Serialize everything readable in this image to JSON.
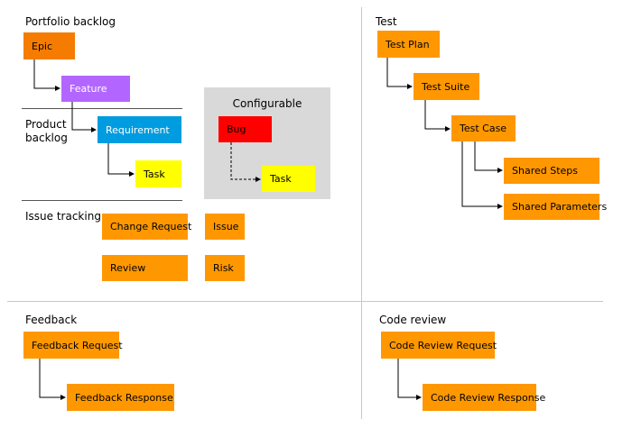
{
  "sections": {
    "portfolio_backlog": "Portfolio backlog",
    "product_backlog_line1": "Product",
    "product_backlog_line2": "backlog",
    "issue_tracking": "Issue tracking",
    "configurable": "Configurable",
    "test": "Test",
    "feedback": "Feedback",
    "code_review": "Code review"
  },
  "work_items": {
    "epic": "Epic",
    "feature": "Feature",
    "requirement": "Requirement",
    "task": "Task",
    "bug": "Bug",
    "config_task": "Task",
    "change_request": "Change Request",
    "issue": "Issue",
    "review": "Review",
    "risk": "Risk",
    "test_plan": "Test Plan",
    "test_suite": "Test Suite",
    "test_case": "Test Case",
    "shared_steps": "Shared Steps",
    "shared_parameters": "Shared Parameters",
    "feedback_request": "Feedback Request",
    "feedback_response": "Feedback Response",
    "code_review_request": "Code Review Request",
    "code_review_response": "Code Review Response"
  },
  "colors": {
    "epic": "#f57c00",
    "feature": "#b366ff",
    "requirement": "#009ce0",
    "task": "#ffff00",
    "bug": "#ff0000",
    "orange": "#ff9800",
    "configurable_bg": "#d9d9d9",
    "separator": "#c8c8c8"
  }
}
